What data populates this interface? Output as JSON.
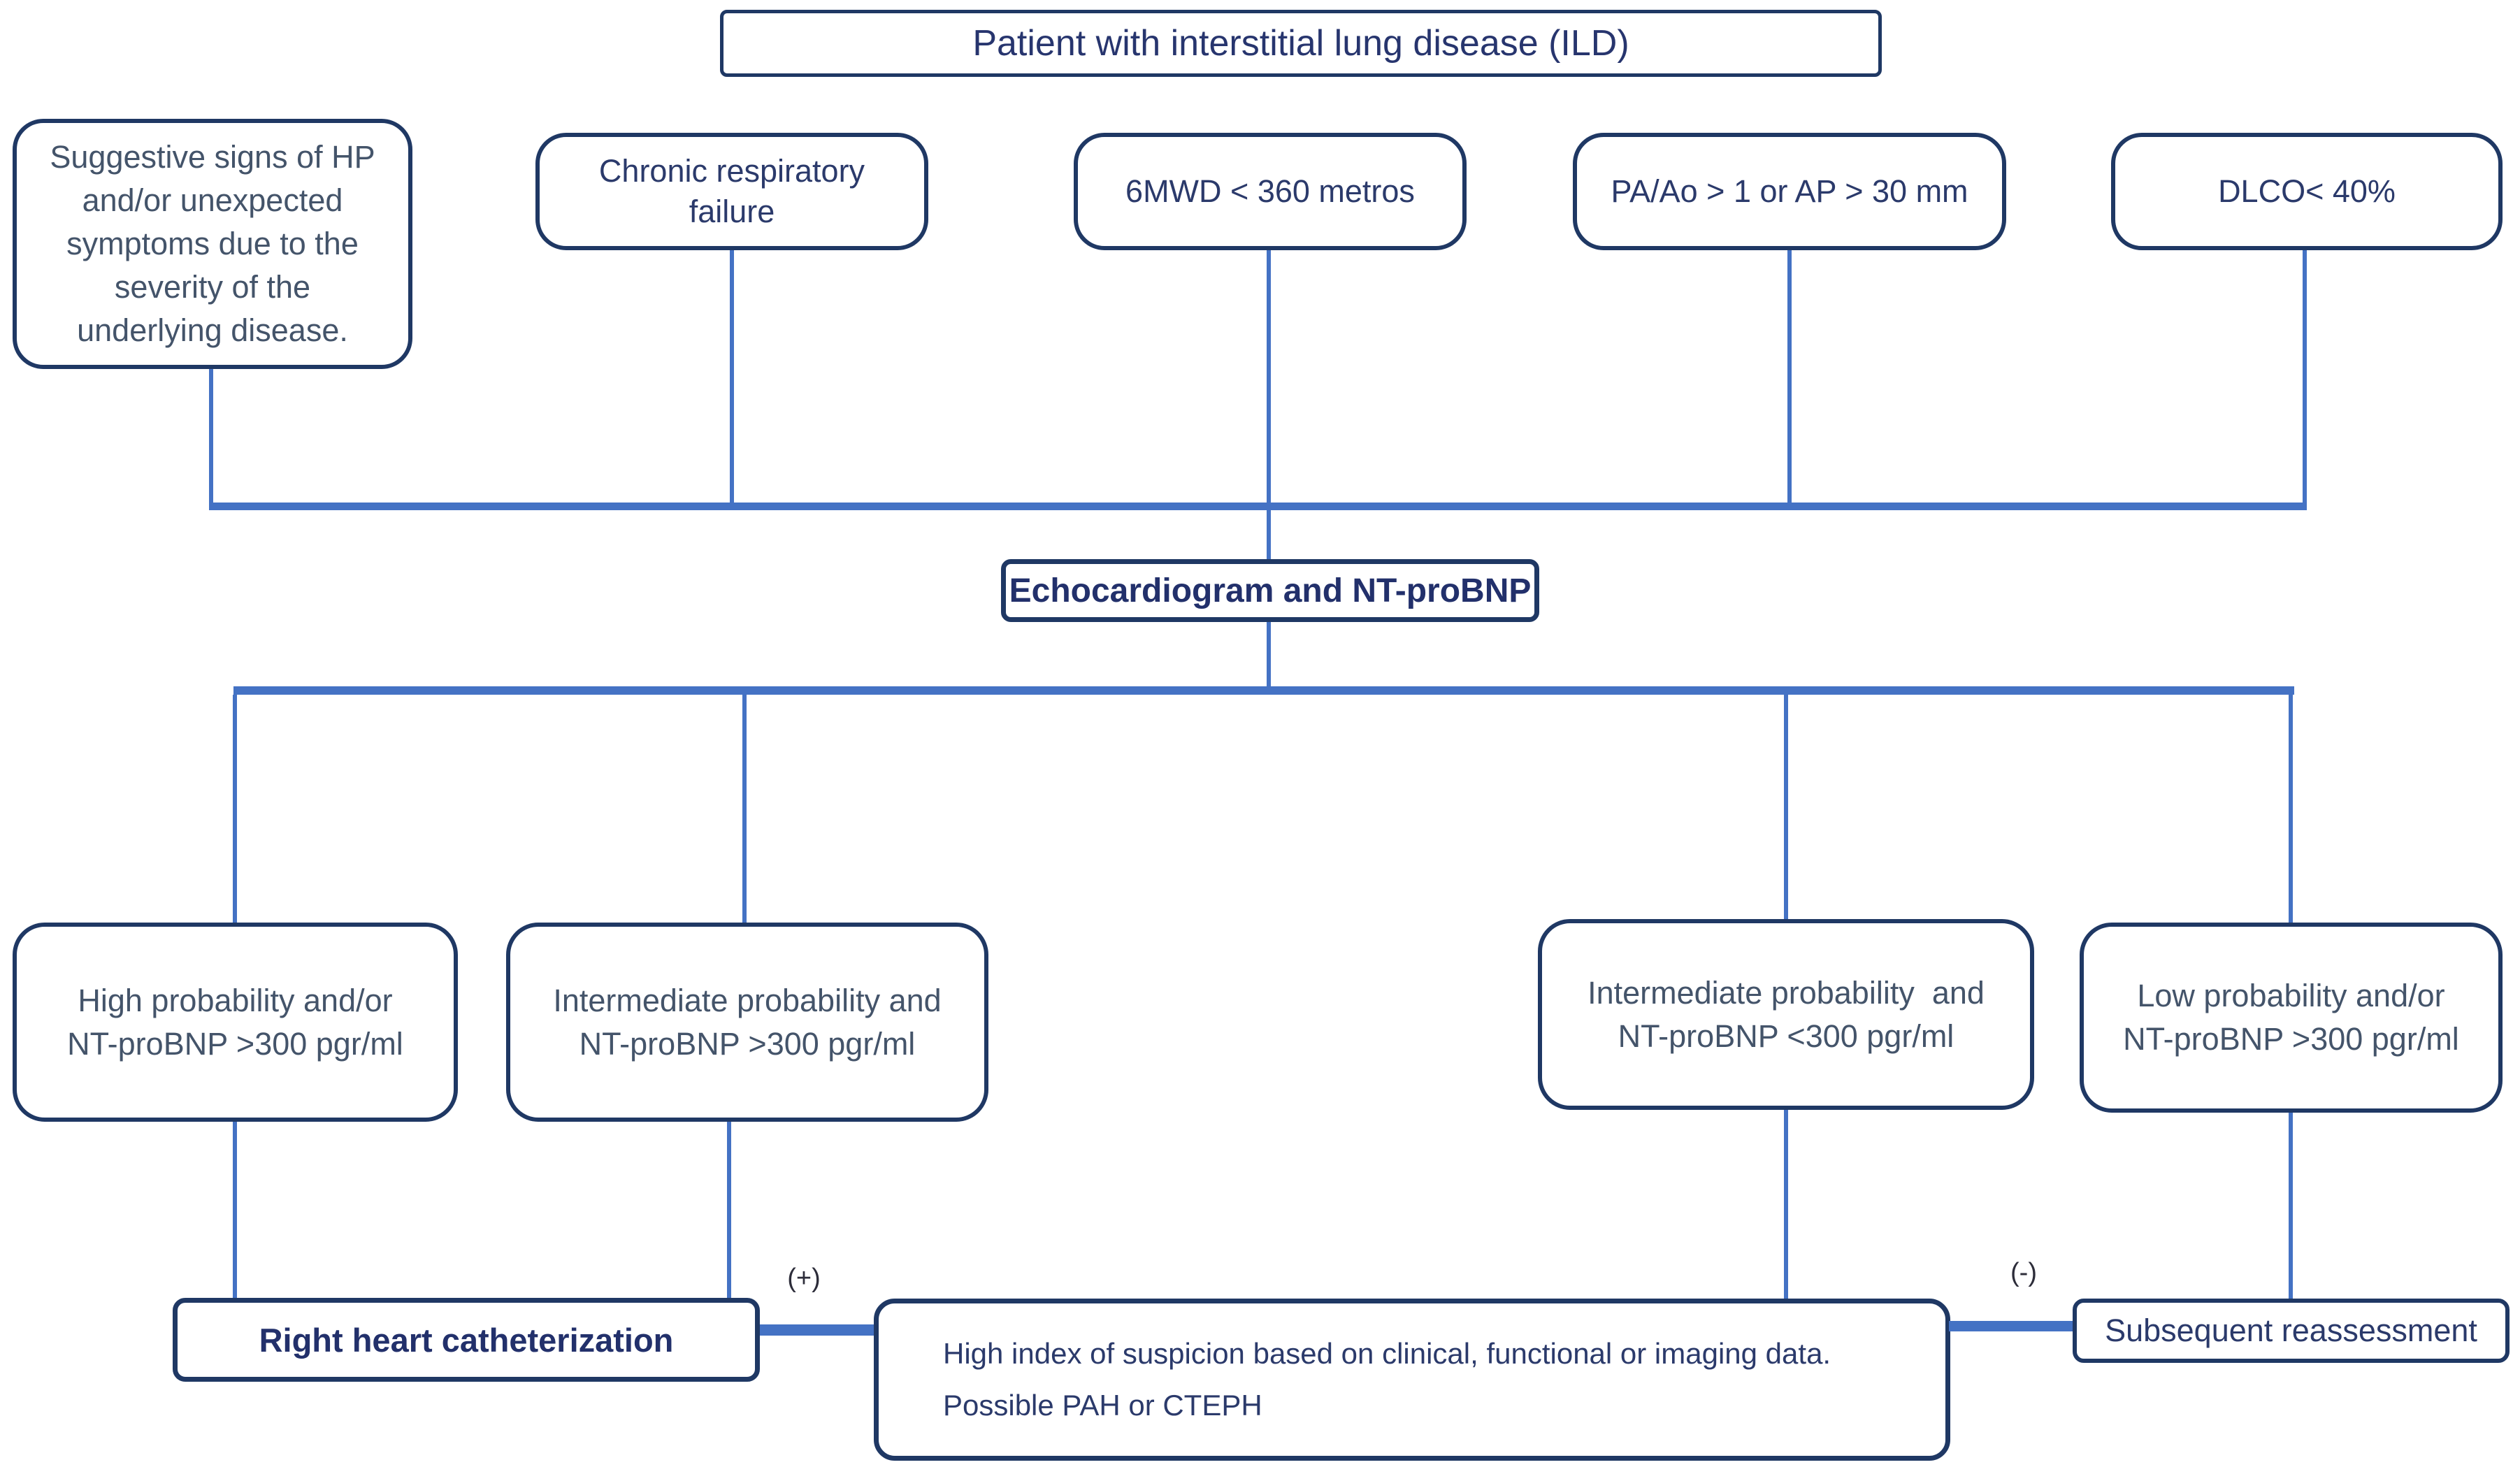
{
  "flowchart": {
    "title": "Patient with interstitial lung disease (ILD)",
    "criteria": [
      {
        "name": "suggestive-signs",
        "lines": [
          "Suggestive signs of HP",
          "and/or unexpected",
          "symptoms due to the",
          "severity of the",
          "underlying disease."
        ]
      },
      {
        "name": "chronic-respiratory-failure",
        "lines": [
          "Chronic respiratory",
          "failure"
        ]
      },
      {
        "name": "six-minute-walk-distance",
        "lines": [
          "6MWD < 360 metros"
        ]
      },
      {
        "name": "pa-ao-ratio",
        "lines": [
          "PA/Ao > 1 or AP > 30 mm"
        ]
      },
      {
        "name": "dlco",
        "lines": [
          "DLCO< 40%"
        ]
      }
    ],
    "screening_test": {
      "label": "Echocardiogram and NT-proBNP"
    },
    "probability": [
      {
        "name": "high-probability",
        "lines": [
          "High probability and/or",
          "NT-proBNP >300 pgr/ml"
        ]
      },
      {
        "name": "intermediate-probability-high-ntprobnp",
        "lines": [
          "Intermediate probability and",
          "NT-proBNP >300 pgr/ml"
        ]
      },
      {
        "name": "intermediate-probability-low-ntprobnp",
        "lines": [
          "Intermediate probability  and",
          "NT-proBNP <300 pgr/ml"
        ]
      },
      {
        "name": "low-probability",
        "lines": [
          "Low probability and/or",
          "NT-proBNP >300 pgr/ml"
        ]
      }
    ],
    "outcomes": {
      "rhc": {
        "label": "Right heart catheterization"
      },
      "high_index": {
        "lines": [
          "High index of suspicion based on clinical, functional or imaging data.",
          "Possible PAH or CTEPH"
        ]
      },
      "reassessment": {
        "label": "Subsequent reassessment"
      }
    },
    "connector_labels": {
      "positive": "(+)",
      "negative": "(-)"
    },
    "colors": {
      "connector_blue": "#4472C4",
      "box_border_navy": "#1F3864",
      "text_slate": "#44546A",
      "text_navy": "#27356E"
    }
  }
}
